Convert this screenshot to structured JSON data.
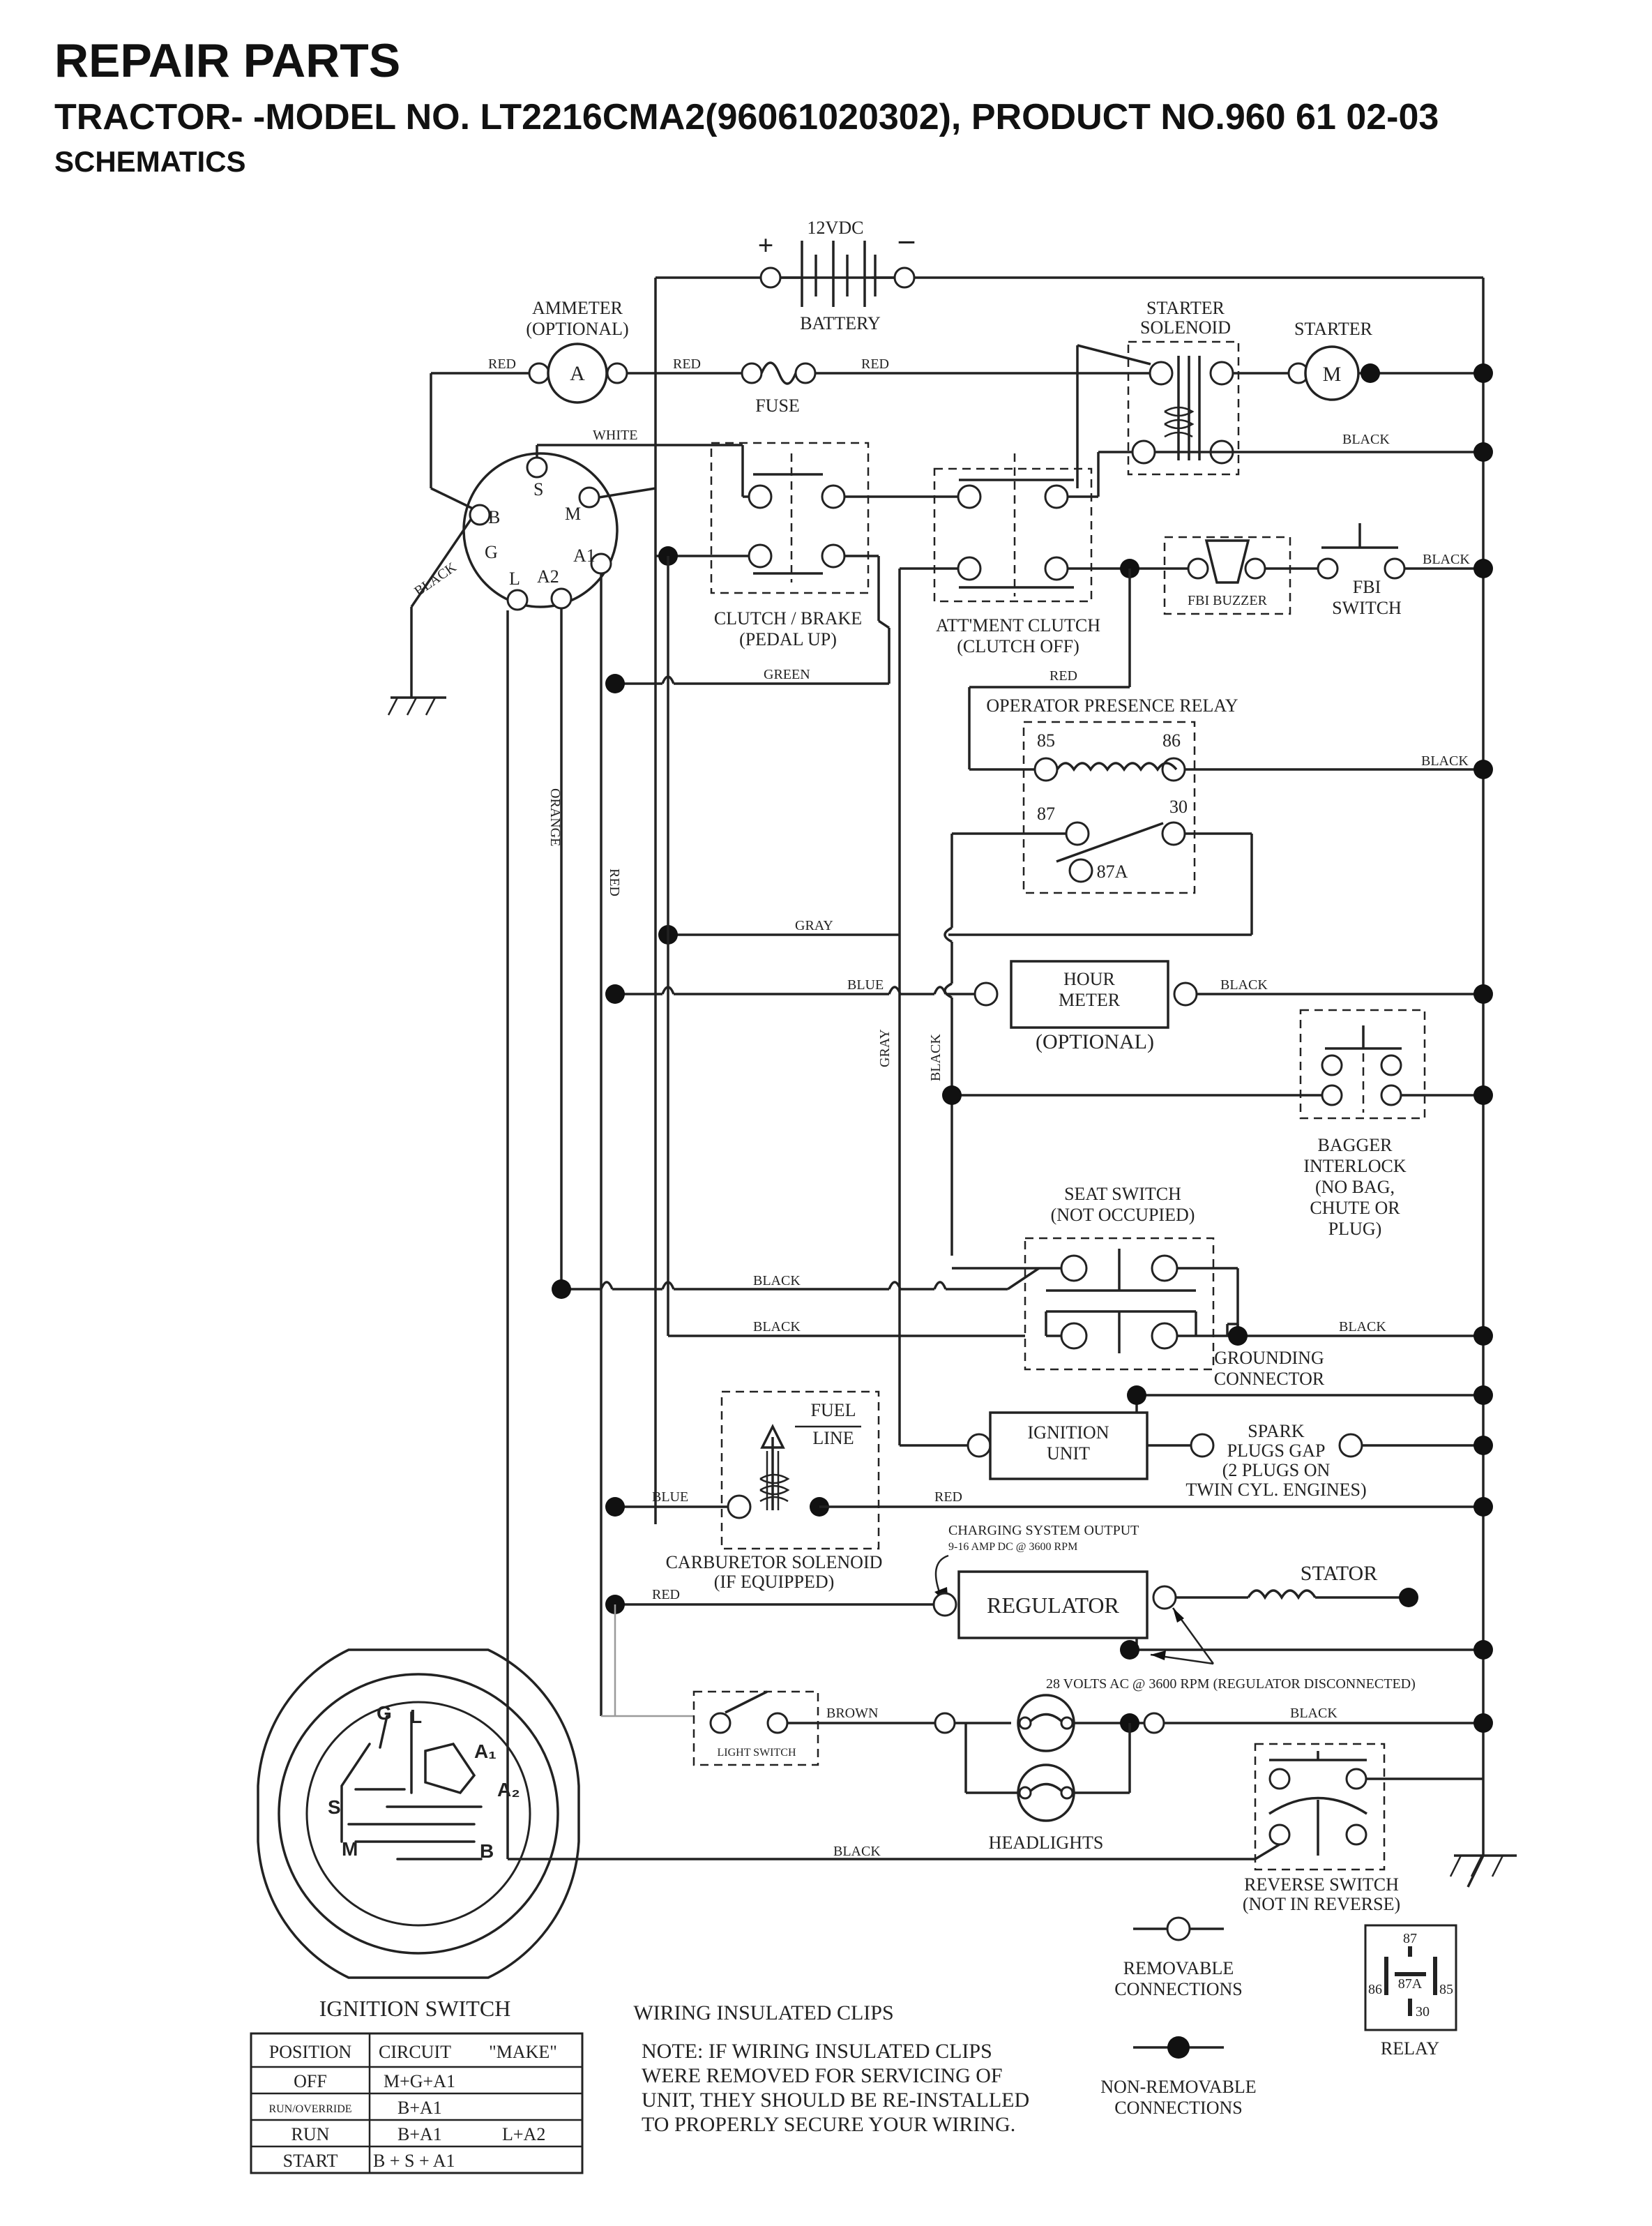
{
  "header": {
    "title": "REPAIR PARTS",
    "subtitle": "TRACTOR- -MODEL NO. LT2216CMA2(96061020302), PRODUCT NO.960 61 02-03",
    "section": "SCHEMATICS"
  },
  "components": {
    "battery_voltage": "12VDC",
    "battery": "BATTERY",
    "ammeter": "AMMETER",
    "ammeter_optional": "(OPTIONAL)",
    "ammeter_letter": "A",
    "fuse": "FUSE",
    "starter_solenoid_1": "STARTER",
    "starter_solenoid_2": "SOLENOID",
    "starter": "STARTER",
    "starter_letter": "M",
    "clutch_brake_1": "CLUTCH / BRAKE",
    "clutch_brake_2": "(PEDAL UP)",
    "attment_clutch_1": "ATT'MENT CLUTCH",
    "attment_clutch_2": "(CLUTCH OFF)",
    "fbi_buzzer": "FBI BUZZER",
    "fbi_switch_1": "FBI",
    "fbi_switch_2": "SWITCH",
    "opr_1": "OPERATOR PRESENCE RELAY",
    "hour_meter_1": "HOUR",
    "hour_meter_2": "METER",
    "hour_meter_3": "(OPTIONAL)",
    "bagger": [
      "BAGGER",
      "INTERLOCK",
      "(NO BAG,",
      "CHUTE OR",
      "PLUG)"
    ],
    "seat_switch_1": "SEAT SWITCH",
    "seat_switch_2": "(NOT OCCUPIED)",
    "grounding_1": "GROUNDING",
    "grounding_2": "CONNECTOR",
    "ignition_unit_1": "IGNITION",
    "ignition_unit_2": "UNIT",
    "spark": [
      "SPARK",
      "PLUGS GAP",
      "(2 PLUGS ON",
      "TWIN CYL. ENGINES)"
    ],
    "fuel_line_1": "FUEL",
    "fuel_line_2": "LINE",
    "carb_1": "CARBURETOR SOLENOID",
    "carb_2": "(IF EQUIPPED)",
    "charging_1": "CHARGING SYSTEM OUTPUT",
    "charging_2": "9-16 AMP DC @ 3600 RPM",
    "regulator": "REGULATOR",
    "stator": "STATOR",
    "ac_note": "28 VOLTS AC @ 3600 RPM (REGULATOR DISCONNECTED)",
    "light_switch": "LIGHT SWITCH",
    "headlights": "HEADLIGHTS",
    "reverse_1": "REVERSE SWITCH",
    "reverse_2": "(NOT IN REVERSE)"
  },
  "wires": {
    "red": "RED",
    "white": "WHITE",
    "black": "BLACK",
    "green": "GREEN",
    "gray": "GRAY",
    "blue": "BLUE",
    "orange": "ORANGE",
    "brown": "BROWN"
  },
  "terminals": {
    "s": "S",
    "b": "B",
    "m": "M",
    "g": "G",
    "l": "L",
    "a2": "A2",
    "a1": "A1",
    "r85": "85",
    "r86": "86",
    "r87": "87",
    "r30": "30",
    "r87a": "87A"
  },
  "ignition_switch": {
    "title": "IGNITION SWITCH",
    "pins": {
      "g": "G",
      "l": "L",
      "a1": "A₁",
      "a2": "A₂",
      "s": "S",
      "m": "M",
      "b": "B"
    },
    "table": {
      "headers": [
        "POSITION",
        "CIRCUIT",
        "\"MAKE\""
      ],
      "rows": [
        [
          "OFF",
          "M+G+A1",
          ""
        ],
        [
          "RUN/OVERRIDE",
          "B+A1",
          ""
        ],
        [
          "RUN",
          "B+A1",
          "L+A2"
        ],
        [
          "START",
          "B + S + A1",
          ""
        ]
      ]
    }
  },
  "notes": {
    "clips_title": "WIRING INSULATED CLIPS",
    "clips_lines": [
      "NOTE:  IF WIRING INSULATED CLIPS",
      "WERE REMOVED FOR SERVICING OF",
      " UNIT, THEY SHOULD BE RE-INSTALLED",
      "TO PROPERLY SECURE YOUR WIRING."
    ]
  },
  "legend": {
    "removable_1": "REMOVABLE",
    "removable_2": "CONNECTIONS",
    "nonremovable_1": "NON-REMOVABLE",
    "nonremovable_2": "CONNECTIONS",
    "relay": "RELAY",
    "relay_pins": [
      "87",
      "87A",
      "86",
      "85",
      "30"
    ]
  }
}
